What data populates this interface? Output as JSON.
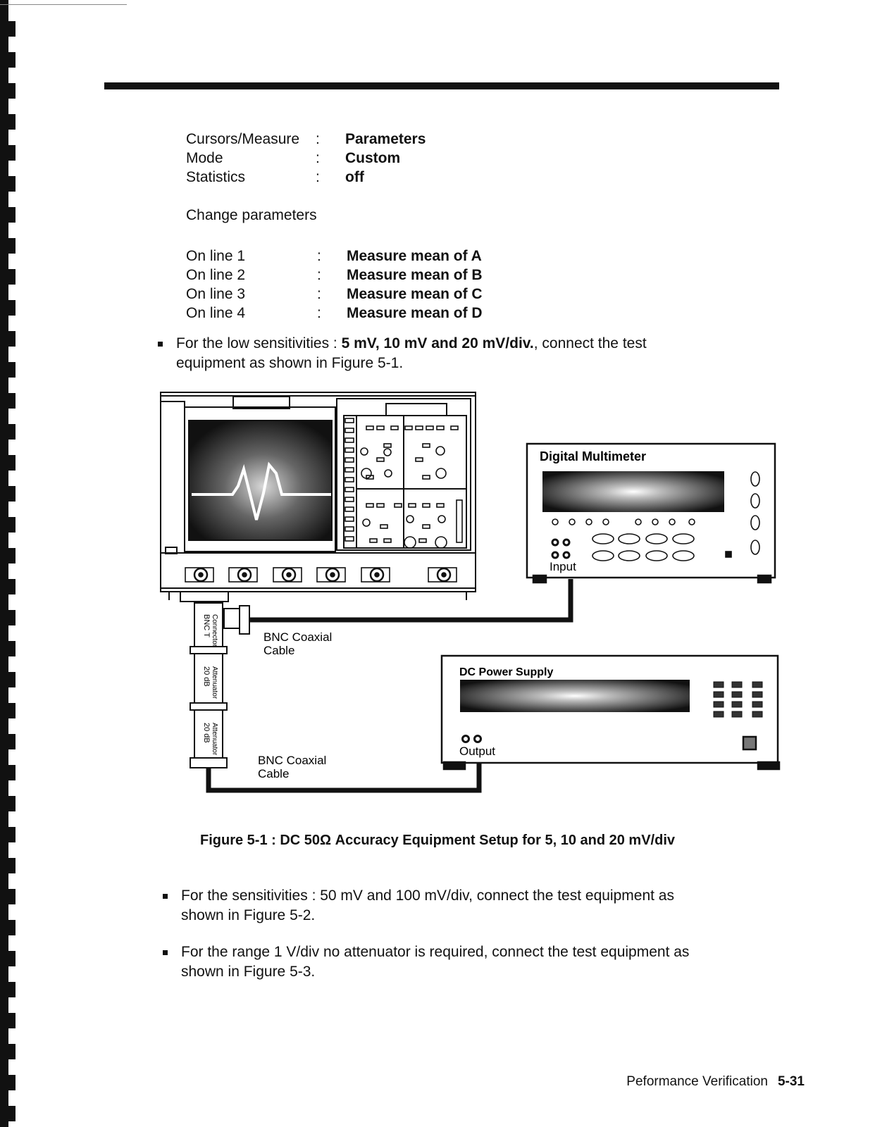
{
  "settings": [
    {
      "label": "Cursors/Measure",
      "colon": ":",
      "value": "Parameters"
    },
    {
      "label": "Mode",
      "colon": ":",
      "value": "Custom"
    },
    {
      "label": "Statistics",
      "colon": ":",
      "value": "off"
    }
  ],
  "change_heading": "Change parameters",
  "parameters": [
    {
      "label": "On line 1",
      "colon": ":",
      "value": "Measure mean of A"
    },
    {
      "label": "On line 2",
      "colon": ":",
      "value": "Measure mean of B"
    },
    {
      "label": "On line 3",
      "colon": ":",
      "value": "Measure mean of C"
    },
    {
      "label": "On line 4",
      "colon": ":",
      "value": "Measure mean of D"
    }
  ],
  "bullet1": {
    "prefix": "For the low sensitivities : ",
    "bold": "5 mV, 10 mV and 20 mV/div.",
    "suffix": ", connect the test",
    "line2": "equipment as shown in Figure 5-1."
  },
  "figure": {
    "multimeter_title": "Digital Multimeter",
    "multimeter_port": "Input",
    "power_title": "DC Power Supply",
    "power_port": "Output",
    "bnc_cable_top": [
      "BNC Coaxial",
      "Cable"
    ],
    "bnc_cable_bottom": [
      "BNC Coaxial",
      "Cable"
    ],
    "t_connector": [
      "BNC T",
      "Connector"
    ],
    "attenuator1": [
      "20 dB",
      "Attenuator"
    ],
    "attenuator2": [
      "20 dB",
      "Attenuator"
    ]
  },
  "caption": "Figure 5-1 : DC 50Ω Accuracy Equipment Setup for 5, 10 and 20 mV/div",
  "bullet2": {
    "line1": "For the sensitivities : 50 mV and 100 mV/div, connect the test equipment as",
    "line2": "shown in Figure 5-2."
  },
  "bullet3": {
    "line1": "For the range 1 V/div no attenuator is required,  connect the test equipment as",
    "line2": "shown in Figure 5-3."
  },
  "footer": {
    "section": "Peformance Verification",
    "page": "5-31"
  }
}
